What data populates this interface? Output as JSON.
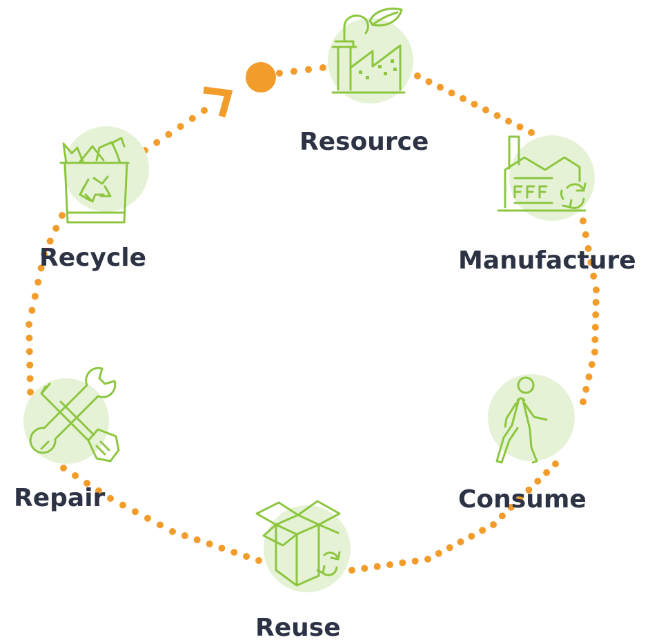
{
  "diagram": {
    "colors": {
      "cycle_dots": "#f29c2b",
      "icon_stroke": "#8cc63f",
      "icon_background": "#e6f2d6",
      "label_text": "#2d3345"
    },
    "stages": [
      {
        "label": "Resource",
        "icon": "factory-leaf-icon"
      },
      {
        "label": "Manufacture",
        "icon": "factory-recycle-icon"
      },
      {
        "label": "Consume",
        "icon": "walking-person-icon"
      },
      {
        "label": "Reuse",
        "icon": "box-recycle-icon"
      },
      {
        "label": "Repair",
        "icon": "wrench-screwdriver-icon"
      },
      {
        "label": "Recycle",
        "icon": "recycle-bin-icon"
      }
    ]
  }
}
